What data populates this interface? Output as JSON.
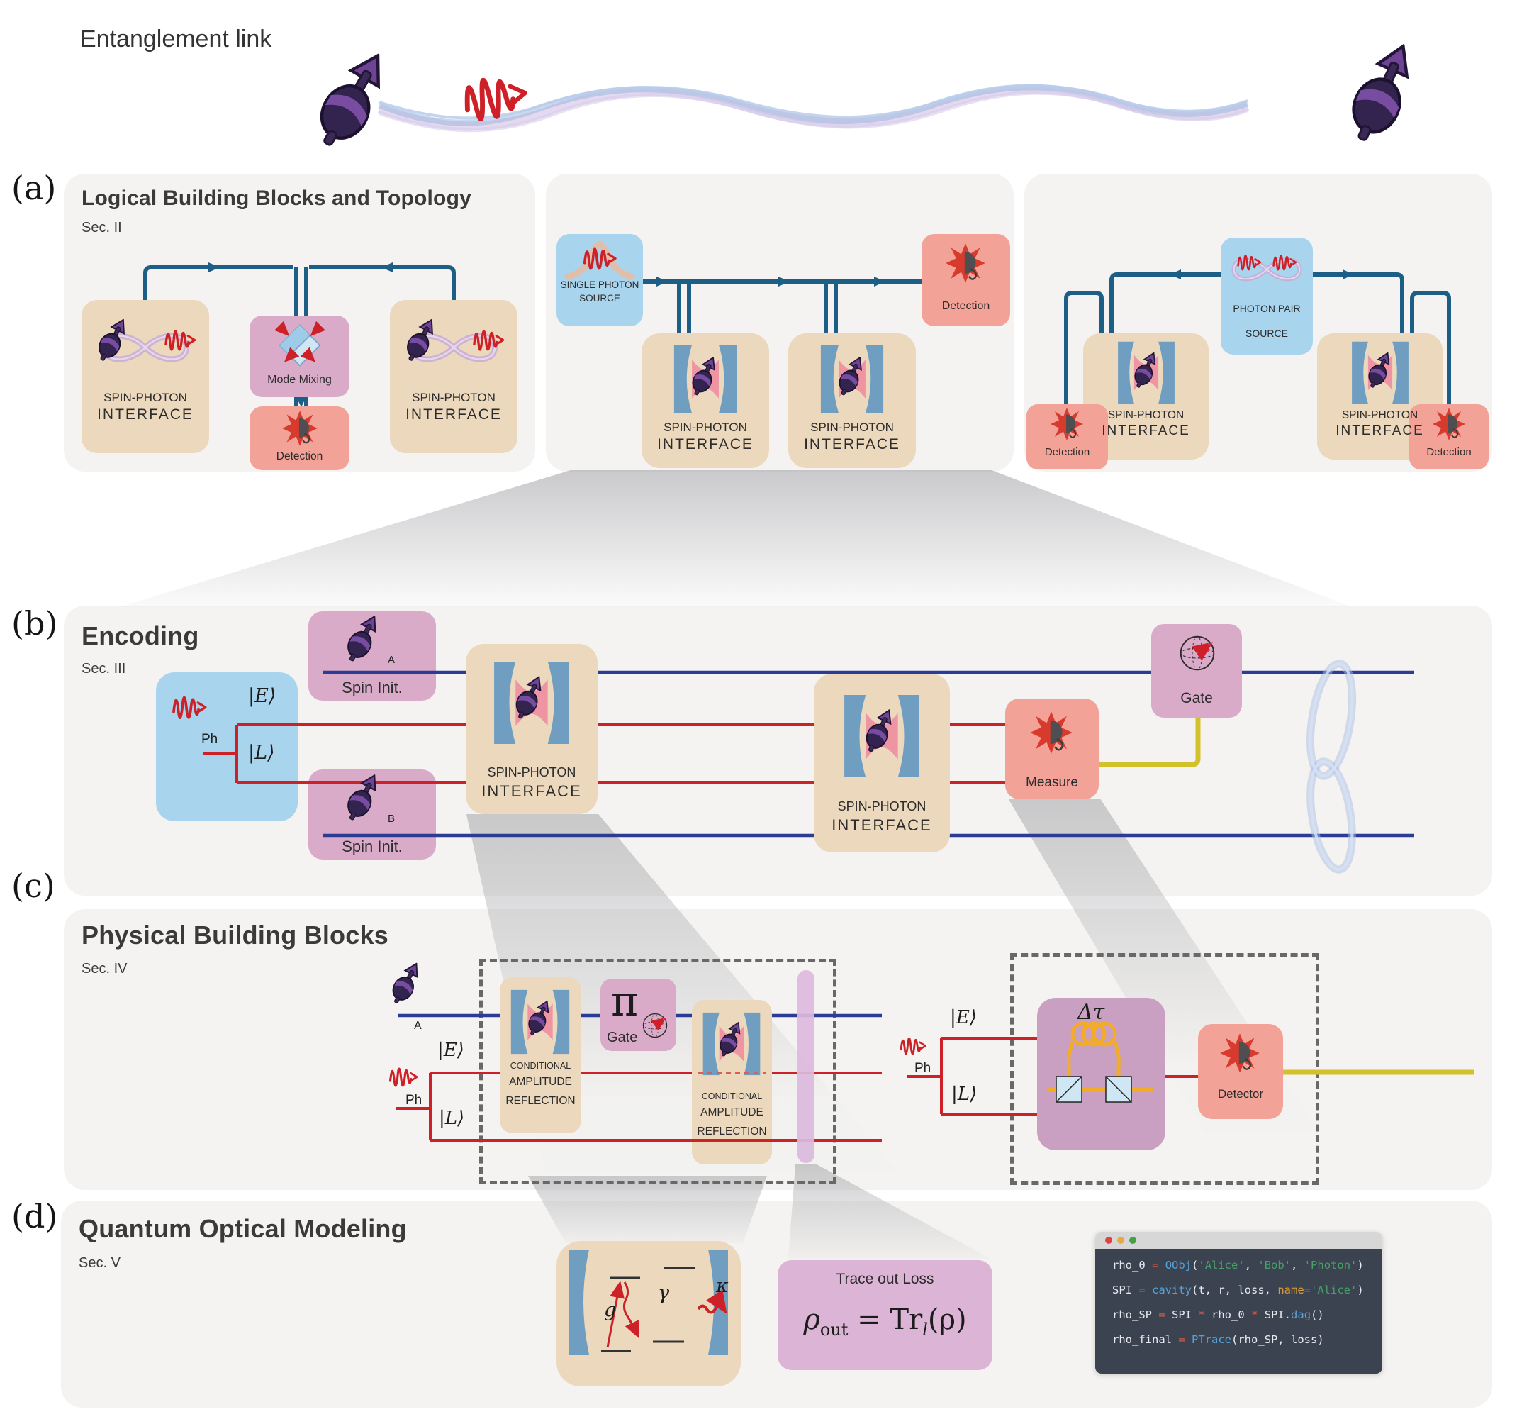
{
  "top": {
    "title": "Entanglement link"
  },
  "panel_labels": {
    "a": "(a)",
    "b": "(b)",
    "c": "(c)",
    "d": "(d)"
  },
  "shared": {
    "spi": [
      "SPIN-PHOTON",
      "INTERFACE"
    ],
    "detection": "Detection",
    "detector": "Detector",
    "measure": "Measure",
    "gate": "Gate",
    "spin_init": "Spin Init.",
    "mode_mixing": "Mode Mixing",
    "sps": [
      "SINGLE PHOTON",
      "SOURCE"
    ],
    "pps": [
      "PHOTON PAIR",
      "SOURCE"
    ],
    "car": [
      "CONDITIONAL",
      "AMPLITUDE",
      "REFLECTION"
    ],
    "ph": "Ph",
    "ket_e": "|E⟩",
    "ket_l": "|L⟩",
    "spin_a": "A",
    "spin_b": "B",
    "pi": "π",
    "delta_tau": "Δτ"
  },
  "section_a": {
    "title": "Logical Building Blocks and Topology",
    "sec": "Sec. II"
  },
  "section_b": {
    "title": "Encoding",
    "sec": "Sec. III"
  },
  "section_c": {
    "title": "Physical Building Blocks",
    "sec": "Sec. IV"
  },
  "section_d": {
    "title": "Quantum Optical Modeling",
    "sec": "Sec. V",
    "cavity": {
      "g": "g",
      "gamma": "γ",
      "kappa": "κ"
    },
    "trace_box": {
      "title": "Trace out Loss",
      "rho": "ρ",
      "sub_out": "out",
      "eq": " = Tr",
      "sub_l": "l",
      "arg": "(ρ)"
    },
    "code": {
      "lines": [
        [
          [
            "w",
            "rho_0 "
          ],
          [
            "o",
            "="
          ],
          [
            "w",
            " "
          ],
          [
            "f",
            "QObj"
          ],
          [
            "w",
            "("
          ],
          [
            "s",
            "'Alice'"
          ],
          [
            "w",
            ", "
          ],
          [
            "s",
            "'Bob'"
          ],
          [
            "w",
            ", "
          ],
          [
            "s",
            "'Photon'"
          ],
          [
            "w",
            ")"
          ]
        ],
        [
          [
            "w",
            "SPI "
          ],
          [
            "o",
            "="
          ],
          [
            "w",
            " "
          ],
          [
            "f",
            "cavity"
          ],
          [
            "w",
            "(t, r, loss, "
          ],
          [
            "k",
            "name"
          ],
          [
            "o",
            "="
          ],
          [
            "s",
            "'Alice'"
          ],
          [
            "w",
            ")"
          ]
        ],
        [
          [
            "w",
            "rho_SP "
          ],
          [
            "o",
            "="
          ],
          [
            "w",
            " SPI "
          ],
          [
            "o",
            "*"
          ],
          [
            "w",
            " rho_0 "
          ],
          [
            "o",
            "*"
          ],
          [
            "w",
            " SPI."
          ],
          [
            "f",
            "dag"
          ],
          [
            "w",
            "()"
          ]
        ],
        [
          [
            "w",
            "rho_final "
          ],
          [
            "o",
            "="
          ],
          [
            "w",
            " "
          ],
          [
            "f",
            "PTrace"
          ],
          [
            "w",
            "(rho_SP, loss)"
          ]
        ]
      ]
    }
  }
}
